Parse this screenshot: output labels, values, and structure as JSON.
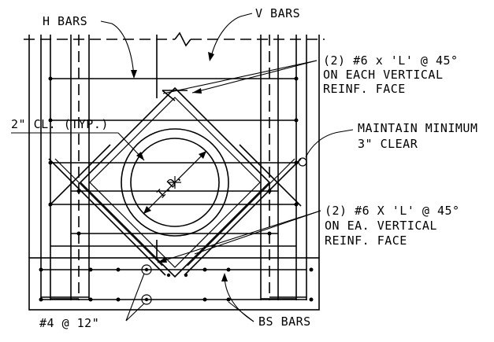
{
  "labels": {
    "h_bars": "H BARS",
    "v_bars": "V BARS",
    "top_note_1": "(2) #6 x 'L' @ 45°",
    "top_note_2": "ON EACH VERTICAL",
    "top_note_3": "REINF. FACE",
    "clear_cover": "2\" CL. (TYP.)",
    "maintain_1": "MAINTAIN MINIMUM",
    "maintain_2": "3\" CLEAR",
    "inner_diameter": "I.D.",
    "mid_note_1": "(2) #6 X 'L' @ 45°",
    "mid_note_2": "ON EA. VERTICAL",
    "mid_note_3": "REINF. FACE",
    "footing_bars": "#4 @ 12\"",
    "bs_bars": "BS BARS"
  }
}
